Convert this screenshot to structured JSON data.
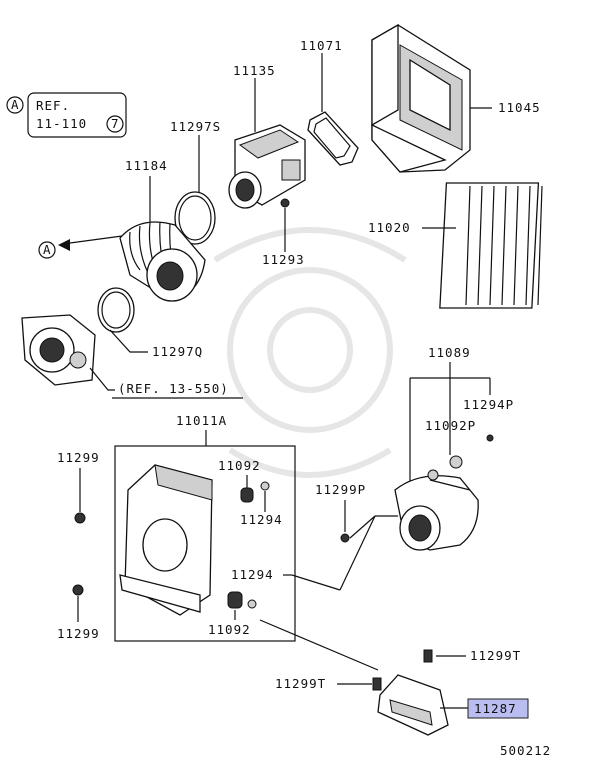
{
  "ref_box": {
    "marker": "A",
    "line1": "REF.",
    "line2": "11-110",
    "circled": "7"
  },
  "callout_a": "A",
  "labels": {
    "p11071": "11071",
    "p11135": "11135",
    "p11045": "11045",
    "p11297S": "11297S",
    "p11184": "11184",
    "p11020": "11020",
    "p11293": "11293",
    "p11297Q": "11297Q",
    "ref_13_550": "(REF. 13-550)",
    "p11089": "11089",
    "p11294P": "11294P",
    "p11092P": "11092P",
    "p11011A": "11011A",
    "p11299_top": "11299",
    "p11092_top": "11092",
    "p11294_top": "11294",
    "p11299P": "11299P",
    "p11294_mid": "11294",
    "p11092_bot": "11092",
    "p11299_bot": "11299",
    "p11299T_right": "11299T",
    "p11299T_left": "11299T",
    "p11287": "11287"
  },
  "highlight_color": "#b9bdf0",
  "diagram_code": "500212"
}
